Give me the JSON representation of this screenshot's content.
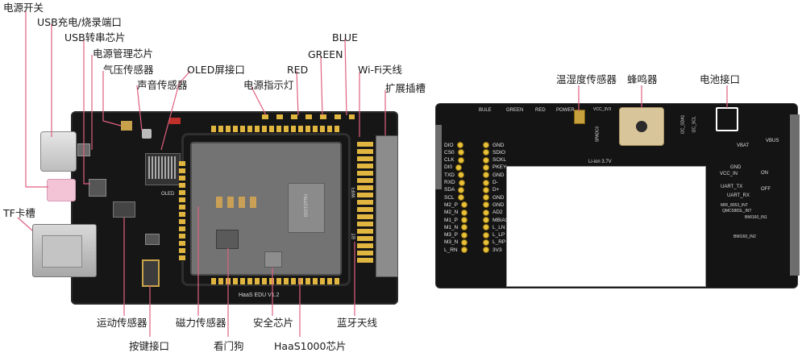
{
  "front": {
    "labels": {
      "power_switch": "电源开关",
      "usb_port": "USB充电/烧录端口",
      "usb_serial": "USB转串芯片",
      "power_mgmt": "电源管理芯片",
      "pressure": "气压传感器",
      "sound": "声音传感器",
      "oled_port": "OLED屏接口",
      "led_power": "电源指示灯",
      "red": "RED",
      "green": "GREEN",
      "blue": "BLUE",
      "wifi_antenna": "Wi-Fi天线",
      "expansion": "扩展插槽",
      "tf_slot": "TF卡槽",
      "motion": "运动传感器",
      "button_port": "按键接口",
      "magnetic": "磁力传感器",
      "watchdog": "看门狗",
      "security": "安全芯片",
      "haas1000": "HaaS1000芯片",
      "bt_antenna": "蓝牙天线"
    },
    "silk": {
      "board_name": "HaaS EDU V1.2",
      "wifi": "WIFI",
      "bt": "BT",
      "haas_chip": "HaaS1000",
      "oled": "OLED"
    }
  },
  "back": {
    "labels": {
      "temp_humidity": "温湿度传感器",
      "buzzer": "蜂鸣器",
      "battery": "电池接口"
    },
    "silk_top": [
      "BULE",
      "GREEN",
      "RED",
      "POWER"
    ],
    "vcc": "VCC_3V3",
    "battery_label": "Li-ion 3.7V",
    "pins_left": [
      "DIO",
      "CS0",
      "CLK",
      "DI0",
      "TXD",
      "RXD",
      "SDA",
      "SCL",
      "M2_P",
      "M2_N",
      "M1_P",
      "M1_N",
      "M3_P",
      "M3_N",
      "L_RN"
    ],
    "pins_right": [
      "GND",
      "SDIO",
      "SCKL",
      "PKEY",
      "GND",
      "D-",
      "D+",
      "GND",
      "GND",
      "AD2",
      "MBIAS",
      "L_LN",
      "L_LP",
      "L_RP",
      "3V3"
    ],
    "signals": [
      "VBAT",
      "VBUS",
      "GND",
      "VCC_IN",
      "UART_TX",
      "UART_RX",
      "MIR_8053_INT",
      "QMC5883L_INT",
      "BMI160_IN1",
      "BMI160_IN2",
      "I2C_SDA1",
      "I2C_SCL",
      "SPADC0",
      "ON",
      "OFF"
    ]
  }
}
